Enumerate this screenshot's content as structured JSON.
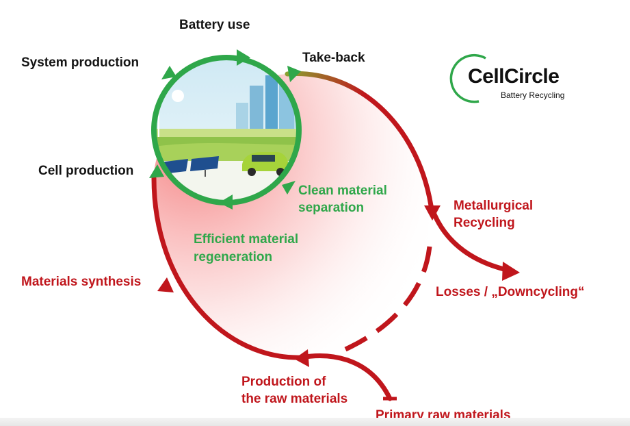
{
  "logo": {
    "name": "CellCircle",
    "subtitle": "Battery Recycling",
    "color": "#2fa74a"
  },
  "labels": {
    "battery_use": "Battery use",
    "take_back": "Take-back",
    "system_production": "System production",
    "cell_production": "Cell production",
    "clean_material_separation": [
      "Clean material",
      "separation"
    ],
    "efficient_material_regeneration": [
      "Efficient material",
      "regeneration"
    ],
    "metallurgical_recycling": [
      "Metallurgical",
      "Recycling"
    ],
    "losses": "Losses / „Downcycling“",
    "materials_synthesis": "Materials synthesis",
    "production_raw_materials": [
      "Production of",
      "the raw materials"
    ],
    "primary_raw_materials": "Primary raw materials"
  },
  "colors": {
    "inner_loop": "#2fa74a",
    "outer_loop": "#c0161c",
    "fill_gradient_start": "#ffffff",
    "fill_gradient_end": "#f58a8a",
    "dark_text": "#141414"
  }
}
